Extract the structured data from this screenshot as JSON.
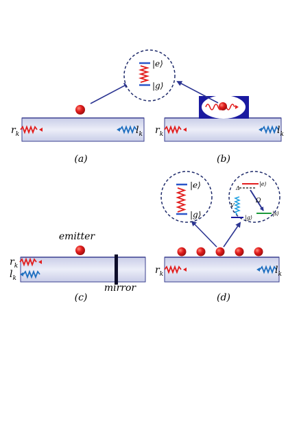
{
  "panels": {
    "a": {
      "label": "(a)"
    },
    "b": {
      "label": "(b)"
    },
    "c": {
      "label": "(c)",
      "emitter": "emitter",
      "mirror": "mirror"
    },
    "d": {
      "label": "(d)"
    }
  },
  "symbols": {
    "r": "r",
    "l": "l",
    "sub": "k",
    "ket_e": "|e⟩",
    "ket_g": "|g⟩",
    "ket_s": "|s⟩",
    "delta": "Δ",
    "omega": "Ω",
    "V": "V"
  },
  "colors": {
    "waveguide_fill": "#dcdff0",
    "waveguide_edge": "#3a3f8f",
    "emitter": "#e21d1d",
    "arrow": "#2c3592",
    "photon_right": "#e21d1d",
    "photon_left": "#1f6fc0",
    "level": "#2a55c8",
    "cavity": "#1a1aa0",
    "excited_level": "#e21d1d",
    "metastable_level": "#1a9a3a",
    "pump": "#1fa0e0"
  }
}
